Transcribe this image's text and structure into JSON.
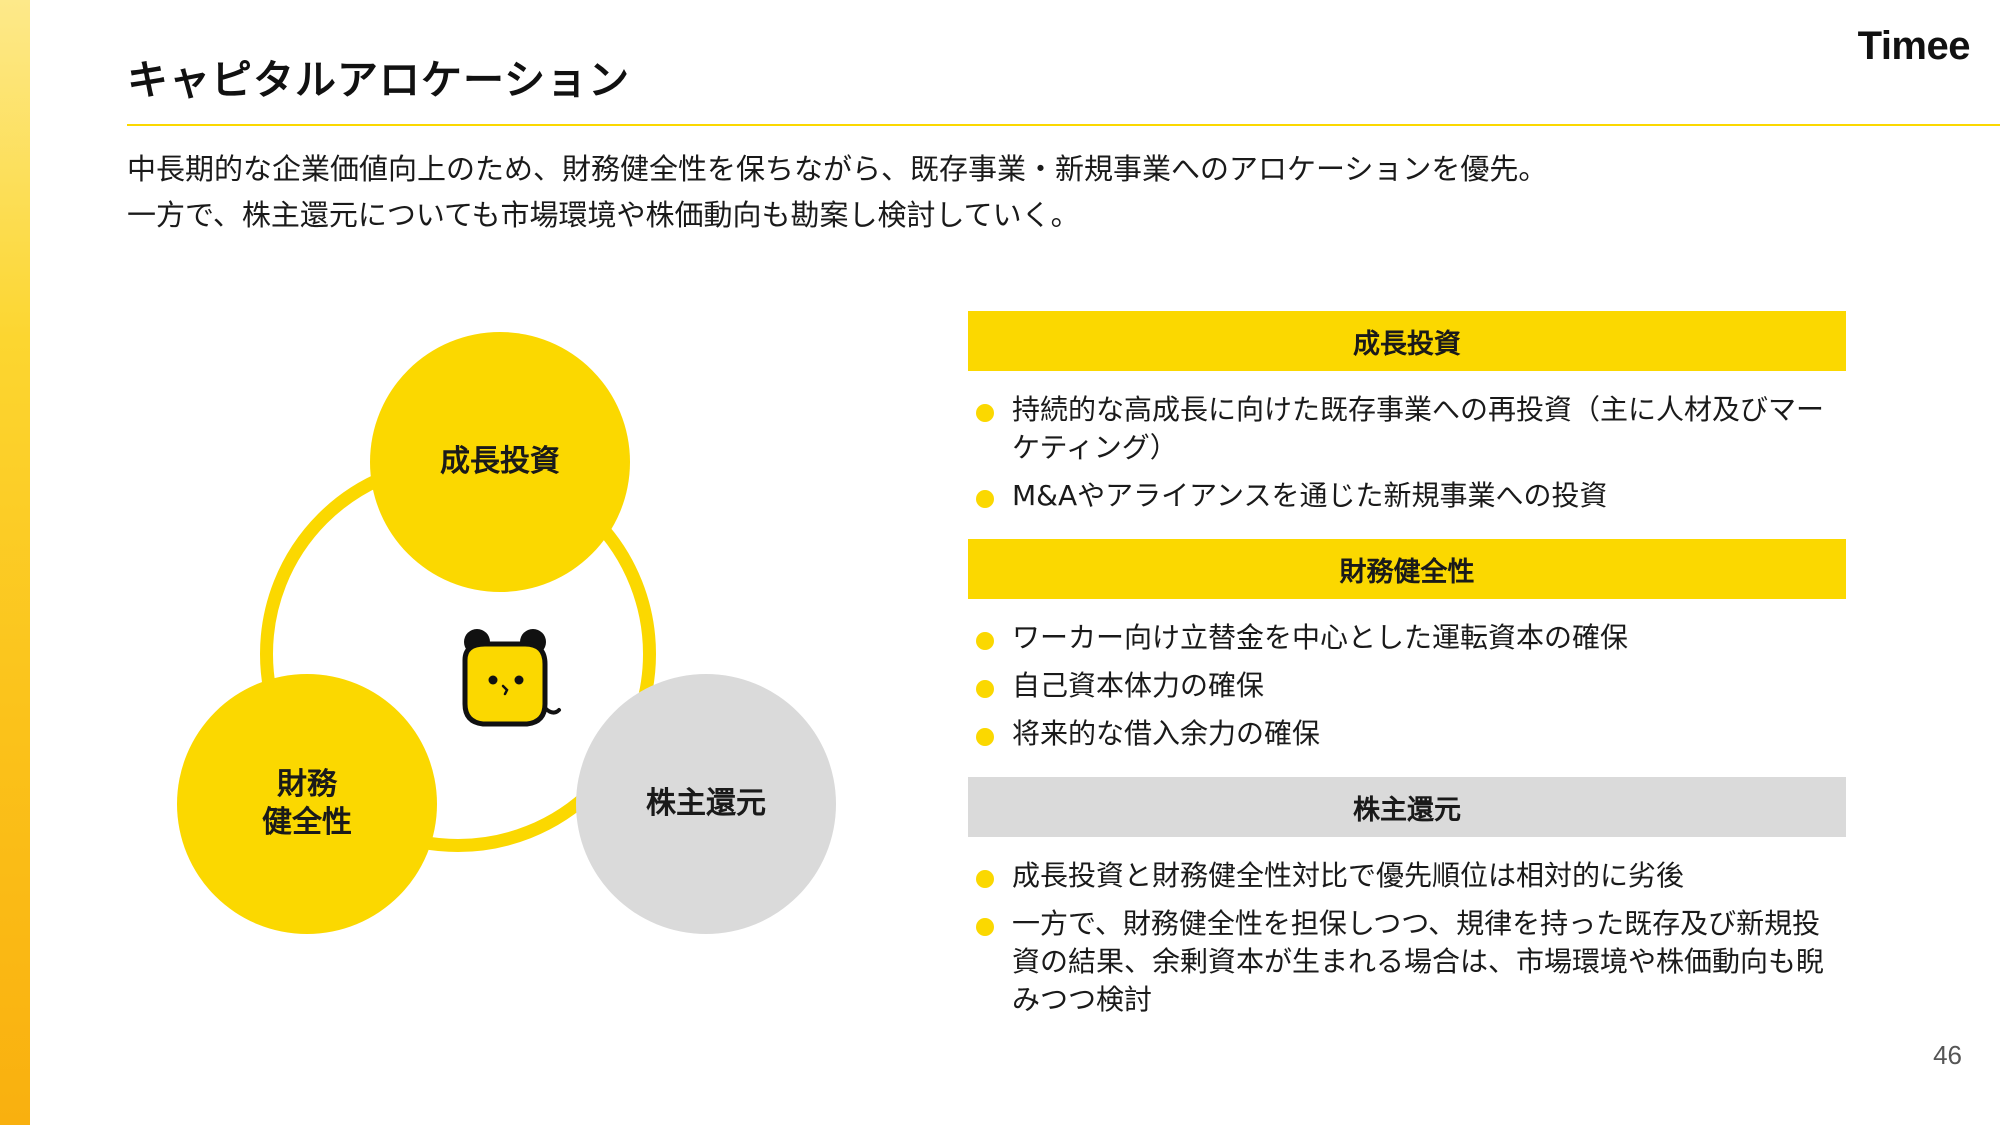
{
  "brand": {
    "logo_text": "Timee",
    "accent_color": "#fbd800",
    "neutral_color": "#dadada"
  },
  "header": {
    "title": "キャピタルアロケーション"
  },
  "lead": {
    "lines": [
      "中長期的な企業価値向上のため、財務健全性を保ちながら、既存事業・新規事業へのアロケーションを優先。",
      "一方で、株主還元についても市場環境や株価動向も勘案し検討していく。"
    ]
  },
  "diagram": {
    "growth_label": "成長投資",
    "finance_label": "財務\n健全性",
    "shareholder_label": "株主還元",
    "center_icon": "mascot-icon"
  },
  "sections": [
    {
      "title": "成長投資",
      "style": "yellow",
      "items": [
        "持続的な高成長に向けた既存事業への再投資（主に人材及びマーケティング）",
        "M&Aやアライアンスを通じた新規事業への投資"
      ]
    },
    {
      "title": "財務健全性",
      "style": "yellow",
      "items": [
        "ワーカー向け立替金を中心とした運転資本の確保",
        "自己資本体力の確保",
        "将来的な借入余力の確保"
      ]
    },
    {
      "title": "株主還元",
      "style": "gray",
      "items": [
        "成長投資と財務健全性対比で優先順位は相対的に劣後",
        "一方で、財務健全性を担保しつつ、規律を持った既存及び新規投資の結果、余剰資本が生まれる場合は、市場環境や株価動向も睨みつつ検討"
      ]
    }
  ],
  "footer": {
    "page_number": "46"
  }
}
